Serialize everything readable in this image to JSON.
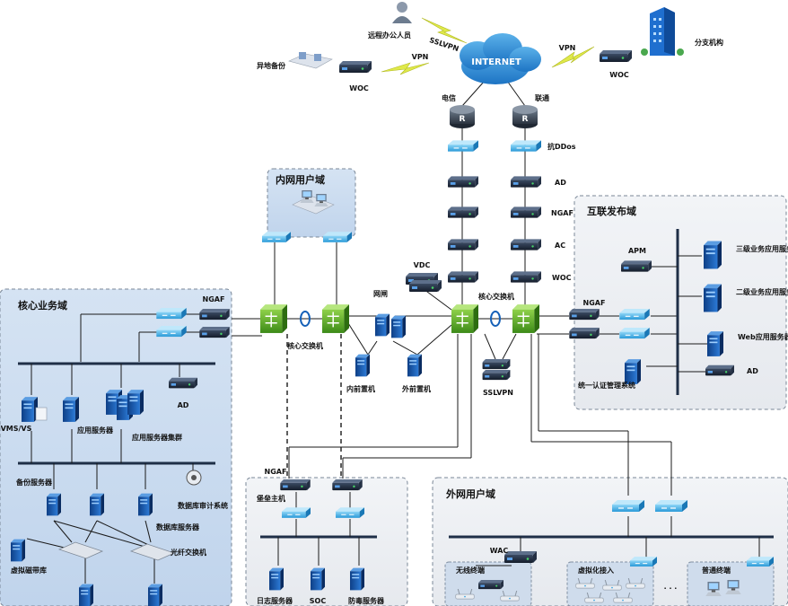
{
  "diagram": {
    "internet": "INTERNET",
    "top": {
      "remote_office": "远程办公人员",
      "sslvpn_link": "SSLVPN",
      "vpn_left": "VPN",
      "vpn_right": "VPN",
      "backup_site": "异地备份",
      "woc_left": "WOC",
      "woc_right": "WOC",
      "branch": "分支机构",
      "telecom": "电信",
      "unicom": "联通"
    },
    "chain": {
      "anti_ddos": "抗DDos",
      "ad": "AD",
      "ngaf": "NGAF",
      "ac": "AC",
      "woc": "WOC"
    },
    "zones": {
      "intranet_users": "内网用户域",
      "core_business": "核心业务域",
      "internet_publish": "互联发布域",
      "external_users": "外网用户域"
    },
    "core": {
      "ngaf": "NGAF",
      "core_switch_left": "核心交换机",
      "core_switch_right": "核心交换机",
      "gap": "网闸",
      "vdc": "VDC",
      "inner_frontend": "内前置机",
      "outer_frontend": "外前置机",
      "sslvpn": "SSLVPN"
    },
    "business": {
      "vms": "VMS/VS",
      "app_server": "应用服务器",
      "app_cluster": "应用服务器集群",
      "ad": "AD",
      "backup_server": "备份服务器",
      "db_audit": "数据库审计系统",
      "db_server": "数据库服务器",
      "fc_switch": "光纤交换机",
      "vtl": "虚拟磁带库"
    },
    "publish": {
      "ngaf": "NGAF",
      "apm": "APM",
      "l3_server": "三级业务应用服务器",
      "l2_server": "二级业务应用服务器",
      "web_server": "Web应用服务器",
      "ad": "AD",
      "uam": "统一认证管理系统"
    },
    "ops": {
      "ngaf": "NGAF",
      "bastion": "堡垒主机",
      "log_server": "日志服务器",
      "soc": "SOC",
      "av_server": "防毒服务器"
    },
    "external": {
      "wac": "WAC",
      "wireless": "无线终端",
      "virtual_access": "虚拟化接入",
      "normal_terminal": "普通终端",
      "dots": "· · ·"
    }
  }
}
